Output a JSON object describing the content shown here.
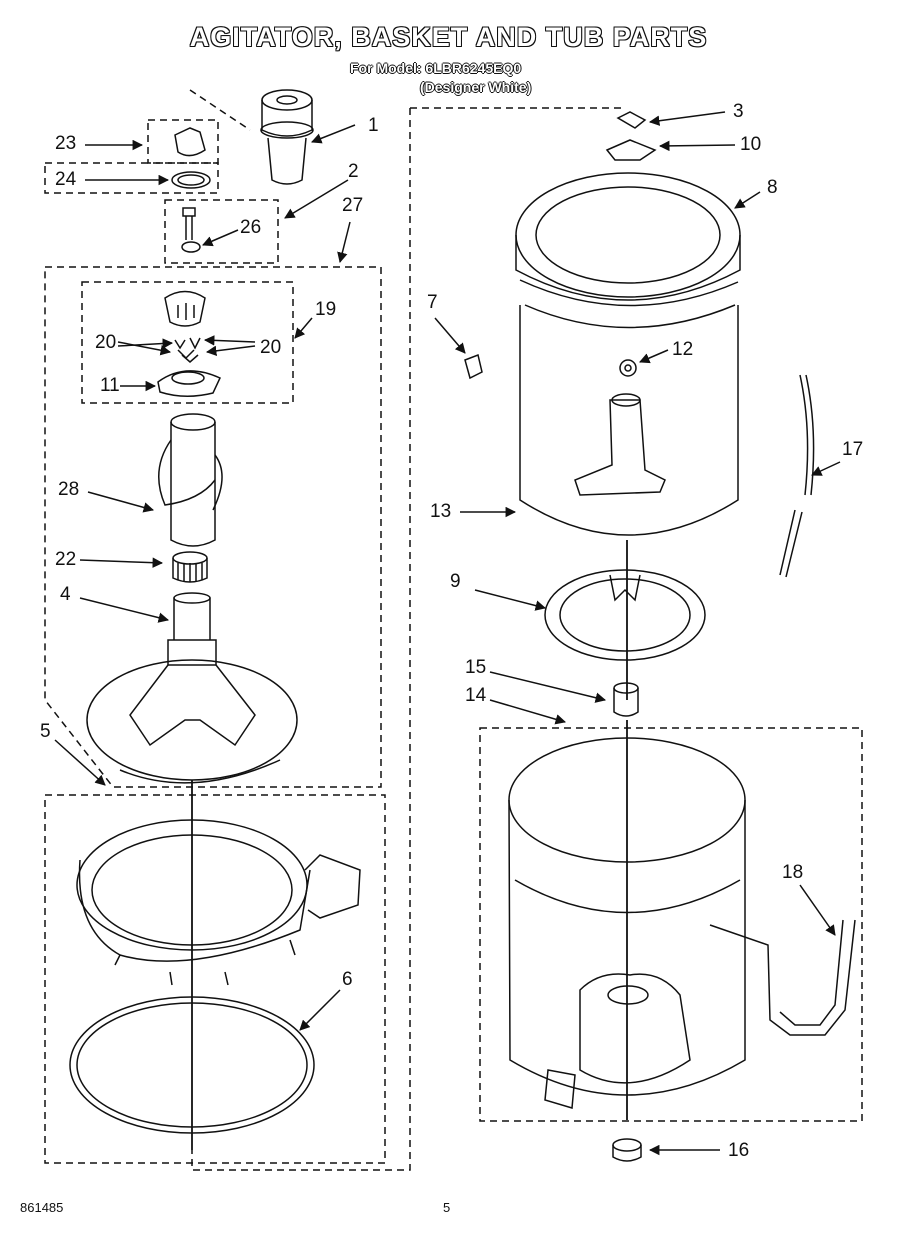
{
  "header": {
    "title": "AGITATOR, BASKET AND TUB PARTS",
    "model_line": "For Model: 6LBR6245EQ0",
    "color_line": "(Designer White)"
  },
  "callouts": {
    "c1": "1",
    "c2": "2",
    "c3": "3",
    "c4": "4",
    "c5": "5",
    "c6": "6",
    "c7": "7",
    "c8": "8",
    "c9": "9",
    "c10": "10",
    "c11": "11",
    "c12": "12",
    "c13": "13",
    "c14": "14",
    "c15": "15",
    "c16": "16",
    "c17": "17",
    "c18": "18",
    "c19": "19",
    "c20a": "20",
    "c20b": "20",
    "c22": "22",
    "c23": "23",
    "c24": "24",
    "c26": "26",
    "c27": "27",
    "c28": "28"
  },
  "footer": {
    "doc_number": "861485",
    "page_number": "5"
  }
}
